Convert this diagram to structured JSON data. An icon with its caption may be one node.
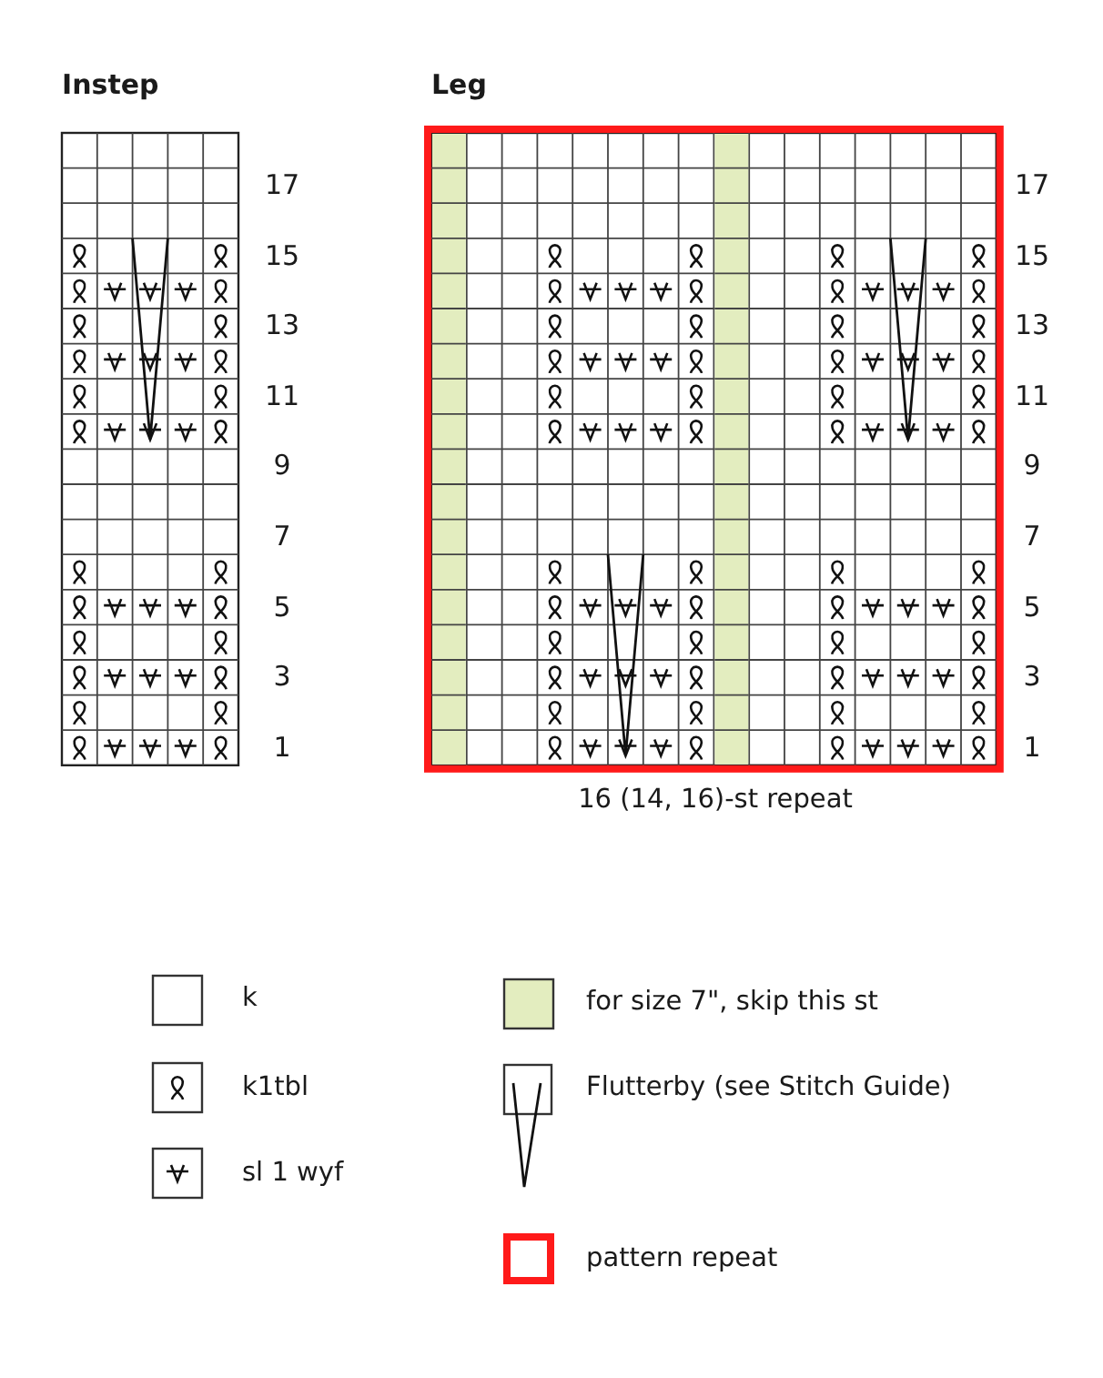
{
  "diagram": {
    "labels": [
      "Instep",
      "Leg",
      "17",
      "17",
      "15",
      "15",
      "13",
      "13",
      "11",
      "11",
      "9",
      "9",
      "7",
      "7",
      "5",
      "5",
      "3",
      "3",
      "1",
      "1",
      "16 (14, 16)-st repeat"
    ],
    "legend": [
      {
        "text": "k",
        "color": "#ffffff"
      },
      {
        "text": "k1tbl"
      },
      {
        "text": "sl 1 wyf"
      },
      {
        "text": "for size 7\", skip this st",
        "color": "#e3edbf"
      },
      {
        "text": "Flutterby (see Stitch Guide)"
      },
      {
        "text": "pattern repeat"
      }
    ]
  }
}
